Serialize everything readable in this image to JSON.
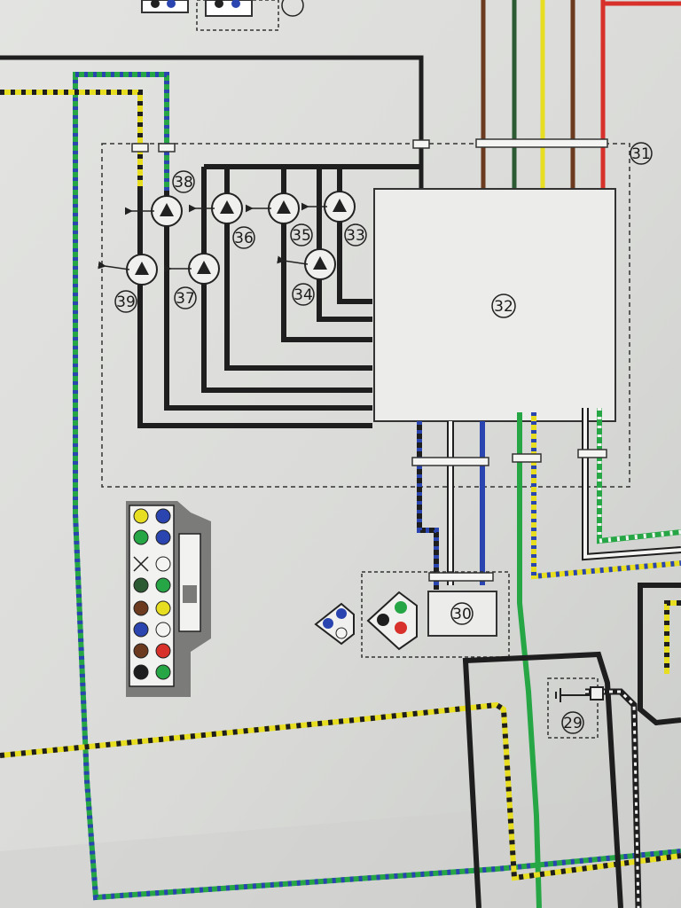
{
  "diagram": {
    "labels": {
      "n29": "29",
      "n30": "30",
      "n31": "31",
      "n32": "32",
      "n33": "33",
      "n34": "34",
      "n35": "35",
      "n36": "36",
      "n37": "37",
      "n38": "38",
      "n39": "39"
    },
    "wire_colors": {
      "black": "#1e1e1e",
      "green": "#26a645",
      "blue": "#2b45b0",
      "yellow": "#e7de21",
      "red": "#d8302a",
      "brown": "#6b3a1f",
      "dark_green": "#2c5a33",
      "white": "#f4f4f2"
    },
    "connector_pin_colors": [
      [
        "yellow-black",
        "blue-black"
      ],
      [
        "green-white",
        "blue"
      ],
      [
        "none",
        "white"
      ],
      [
        "black-green",
        "green"
      ],
      [
        "brown",
        "yellow"
      ],
      [
        "blue-yellow",
        "white-yellow"
      ],
      [
        "brown-black",
        "red"
      ],
      [
        "black-white",
        "green"
      ]
    ]
  }
}
